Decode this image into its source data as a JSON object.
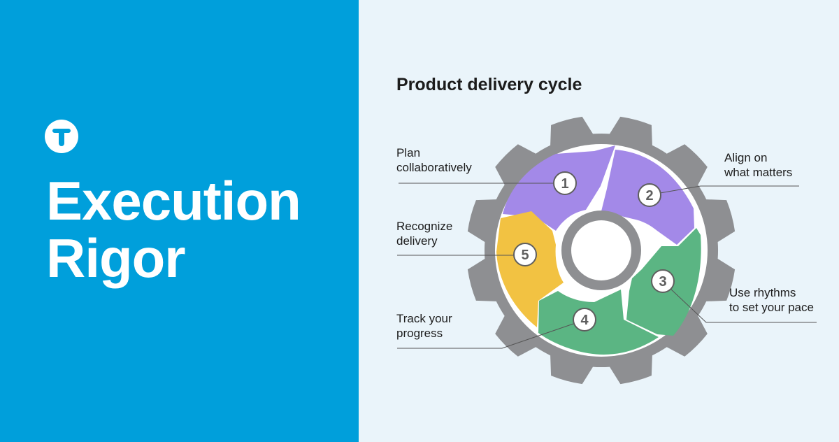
{
  "hero": {
    "logo_letter": "T",
    "title_line1": "Execution",
    "title_line2": "Rigor"
  },
  "diagram": {
    "title": "Product delivery cycle",
    "colors": {
      "left_bg": "#009fdb",
      "right_bg": "#eaf4fa",
      "gear": "#8e8f92",
      "purple": "#a389e8",
      "green": "#5bb583",
      "yellow": "#f2c242"
    },
    "steps": [
      {
        "number": "1",
        "label_line1": "Plan",
        "label_line2": "collaboratively",
        "color": "#a389e8"
      },
      {
        "number": "2",
        "label_line1": "Align on",
        "label_line2": "what matters",
        "color": "#a389e8"
      },
      {
        "number": "3",
        "label_line1": "Use rhythms",
        "label_line2": "to set your pace",
        "color": "#5bb583"
      },
      {
        "number": "4",
        "label_line1": "Track your",
        "label_line2": "progress",
        "color": "#5bb583"
      },
      {
        "number": "5",
        "label_line1": "Recognize",
        "label_line2": "delivery",
        "color": "#f2c242"
      }
    ]
  }
}
